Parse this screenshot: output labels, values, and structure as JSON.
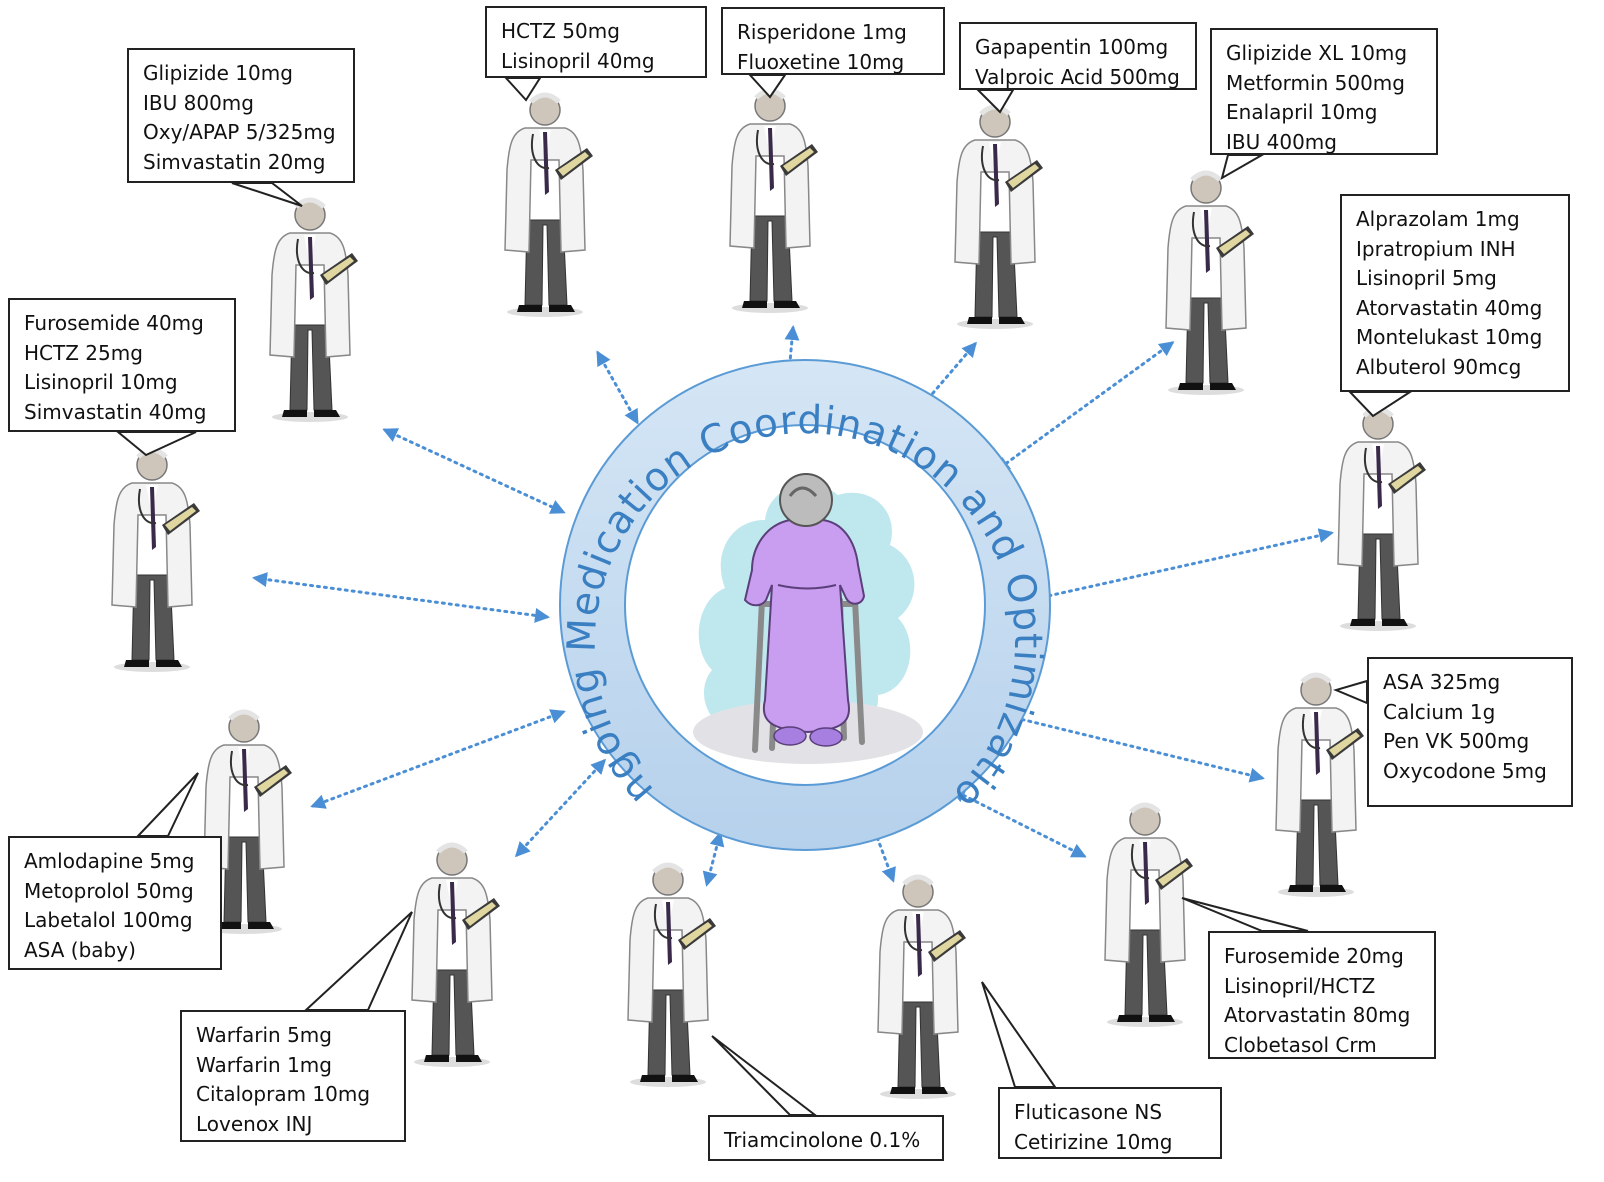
{
  "title": "Ongoing Medication Coordination and Optimization",
  "colors": {
    "ring": "#c5dcef",
    "ring_stroke": "#5b9bd5",
    "title_text": "#3a7fc2",
    "arrow": "#4a8fd6",
    "patient_robe": "#c99df0",
    "cloud": "#bfe8ee",
    "coat": "#f3f3f3",
    "pants": "#555555"
  },
  "icons": {
    "doctor": "doctor-icon",
    "patient": "patient-with-walker-icon"
  },
  "prescribers": [
    {
      "id": "p1",
      "meds": [
        "Glipizide 10mg",
        "IBU 800mg",
        "Oxy/APAP 5/325mg",
        "Simvastatin 20mg"
      ]
    },
    {
      "id": "p2",
      "meds": [
        "HCTZ 50mg",
        "Lisinopril 40mg"
      ]
    },
    {
      "id": "p3",
      "meds": [
        "Risperidone 1mg",
        "Fluoxetine 10mg"
      ]
    },
    {
      "id": "p4",
      "meds": [
        "Gapapentin 100mg",
        "Valproic Acid 500mg"
      ]
    },
    {
      "id": "p5",
      "meds": [
        "Glipizide  XL 10mg",
        "Metformin 500mg",
        "Enalapril 10mg",
        "IBU 400mg"
      ]
    },
    {
      "id": "p6",
      "meds": [
        "Alprazolam 1mg",
        "Ipratropium INH",
        "Lisinopril 5mg",
        "Atorvastatin 40mg",
        "Montelukast 10mg",
        "Albuterol 90mcg"
      ]
    },
    {
      "id": "p7",
      "meds": [
        "Furosemide 40mg",
        "HCTZ 25mg",
        "Lisinopril 10mg",
        "Simvastatin 40mg"
      ]
    },
    {
      "id": "p8",
      "meds": [
        "ASA 325mg",
        "Calcium 1g",
        "Pen VK 500mg",
        "Oxycodone 5mg"
      ]
    },
    {
      "id": "p9",
      "meds": [
        "Amlodapine 5mg",
        "Metoprolol  50mg",
        "Labetalol 100mg",
        "ASA (baby)"
      ]
    },
    {
      "id": "p10",
      "meds": [
        "Furosemide 20mg",
        "Lisinopril/HCTZ",
        "Atorvastatin 80mg",
        "Clobetasol Crm"
      ]
    },
    {
      "id": "p11",
      "meds": [
        "Warfarin 5mg",
        "Warfarin 1mg",
        "Citalopram 10mg",
        "Lovenox INJ"
      ]
    },
    {
      "id": "p12",
      "meds": [
        "Triamcinolone  0.1%"
      ]
    },
    {
      "id": "p13",
      "meds": [
        "Fluticasone NS",
        "Cetirizine 10mg"
      ]
    }
  ]
}
